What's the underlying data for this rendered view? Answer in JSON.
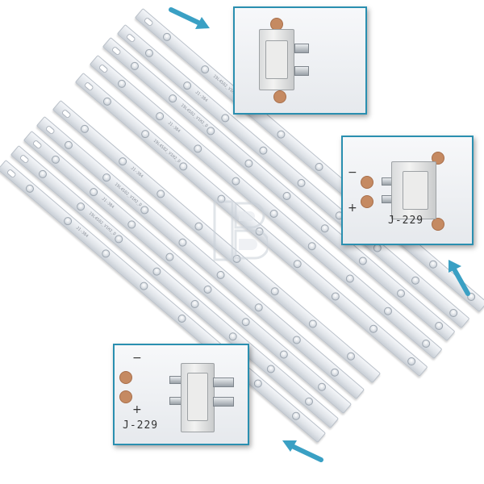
{
  "labels": {
    "minus": "−",
    "plus": "+",
    "connector_code": "J-229"
  },
  "strip_markings": {
    "model": "19L4S02_V1H2_D",
    "part": "J1-384"
  },
  "colors": {
    "frame": "#2a8fb0",
    "arrow": "#3aa0c4",
    "pad": "#c58a62",
    "strip": "#dfe3e8"
  },
  "icons": [
    "arrow-right-icon",
    "arrow-up-icon",
    "arrow-left-icon",
    "watermark-logo-icon"
  ]
}
